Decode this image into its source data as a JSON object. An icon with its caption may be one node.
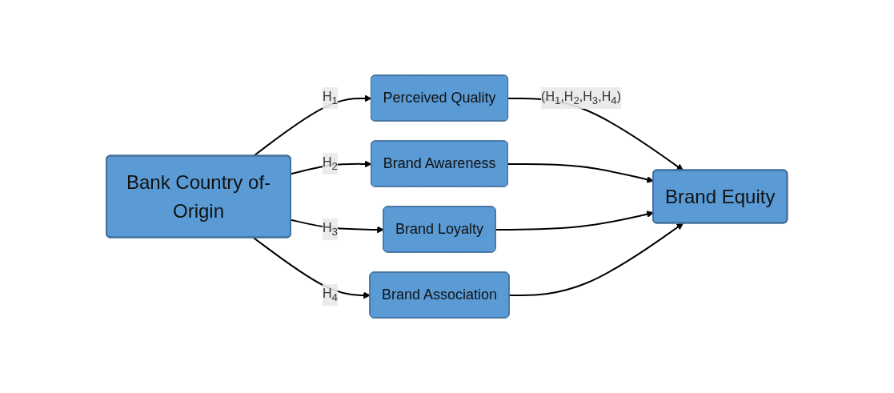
{
  "diagram": {
    "nodes": [
      {
        "text": [
          "Bank Country of-Origin"
        ]
      },
      {
        "text": [
          "Perceived Quality"
        ]
      },
      {
        "text": [
          "Brand Awareness"
        ]
      },
      {
        "text": [
          "Brand Loyalty"
        ]
      },
      {
        "text": [
          "Brand Association"
        ]
      },
      {
        "text": [
          "Brand Equity"
        ]
      }
    ],
    "edges": [
      {
        "from": 0,
        "to": 1,
        "arrow": "to",
        "label": "H$_{1}$"
      },
      {
        "from": 0,
        "to": 2,
        "arrow": "to",
        "label": "H$_{2}$"
      },
      {
        "from": 0,
        "to": 3,
        "arrow": "to",
        "label": "H$_{3}$"
      },
      {
        "from": 0,
        "to": 4,
        "arrow": "to",
        "label": "H$_{4}$"
      },
      {
        "from": 1,
        "to": 5,
        "arrow": "to",
        "label": "(H$_{1}$,H$_{2}$,H$_{3}$,H$_{4}$)"
      },
      {
        "from": 2,
        "to": 5,
        "arrow": "to"
      },
      {
        "from": 3,
        "to": 5,
        "arrow": "to"
      },
      {
        "from": 4,
        "to": 5,
        "arrow": "to"
      }
    ]
  }
}
